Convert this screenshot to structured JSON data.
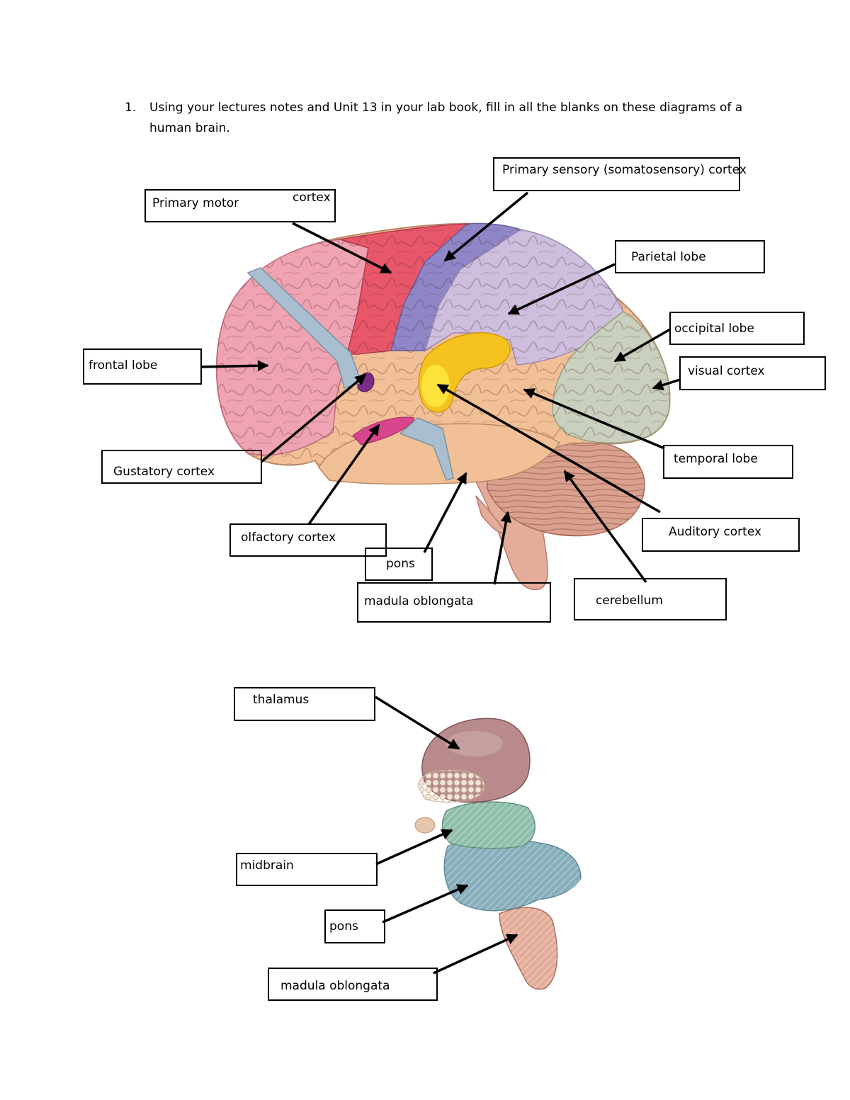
{
  "instruction": {
    "number": "1.",
    "text": "Using your lectures notes and Unit 13 in your lab book, fill in all the blanks on these diagrams of a human brain."
  },
  "brain_labels": {
    "primary_motor": "Primary motor",
    "primary_motor_cortex": "cortex",
    "primary_sensory": "Primary sensory (somatosensory) cortex",
    "parietal_lobe": "Parietal lobe",
    "frontal_lobe": "frontal lobe",
    "occipital_lobe": "occipital lobe",
    "visual_cortex": "visual cortex",
    "gustatory_cortex": "Gustatory cortex",
    "temporal_lobe": "temporal lobe",
    "auditory_cortex": "Auditory cortex",
    "olfactory_cortex": "olfactory cortex",
    "pons": "pons",
    "medulla": "madula oblongata",
    "cerebellum": "cerebellum"
  },
  "brainstem_labels": {
    "thalamus": "thalamus",
    "midbrain": "midbrain",
    "pons": "pons",
    "medulla": "madula oblongata"
  },
  "colors": {
    "primary_motor": "#e8566a",
    "primary_sensory": "#8f86c8",
    "parietal": "#cdbfdd",
    "frontal": "#efa3b3",
    "occipital": "#c9d0bd",
    "temporal": "#f1c096",
    "auditory": "#f5c21f",
    "gustatory": "#7a2d86",
    "olfactory": "#d7458c",
    "cerebellum": "#d9a08e",
    "brainstem": "#e4ad9a",
    "thalamus": "#b98a8c",
    "midbrain": "#8fbfaa",
    "pons_stem": "#86aebb"
  }
}
